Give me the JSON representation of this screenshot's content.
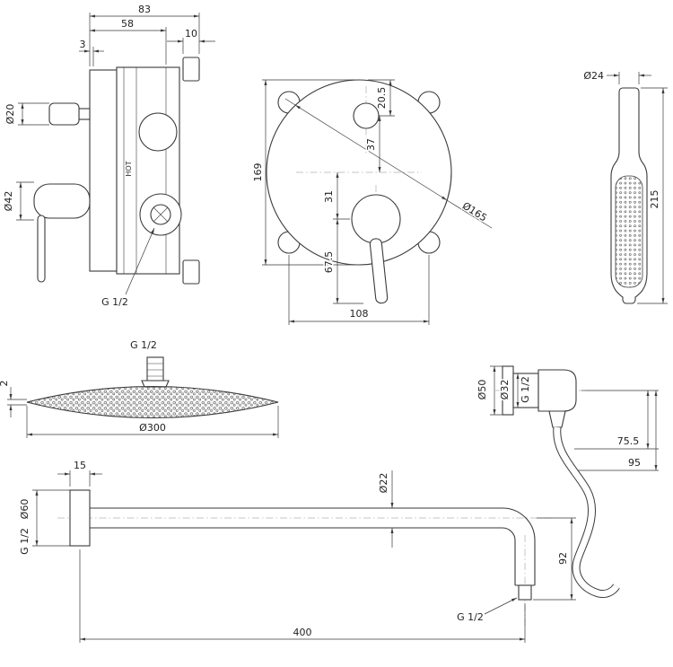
{
  "colors": {
    "line": "#3a3a3a",
    "background": "#ffffff"
  },
  "valve_side": {
    "dim_83": "83",
    "dim_58": "58",
    "dim_10": "10",
    "dim_3": "3",
    "dia_20": "Ø20",
    "dia_42": "Ø42",
    "thread": "G 1/2",
    "brand": "HOT"
  },
  "valve_front": {
    "dim_169": "169",
    "dim_20_5": "20.5",
    "dim_37": "37",
    "dim_31": "31",
    "dim_67_5": "67.5",
    "dim_108": "108",
    "dia_165": "Ø165"
  },
  "handset": {
    "dia_24": "Ø24",
    "dim_215": "215"
  },
  "head": {
    "thread": "G 1/2",
    "dim_2": "2",
    "dia_300": "Ø300"
  },
  "outlet": {
    "dia_50": "Ø50",
    "dia_32": "Ø32",
    "thread": "G 1/2",
    "dim_75_5": "75.5",
    "dim_95": "95"
  },
  "arm": {
    "dim_15": "15",
    "dia_60": "Ø60",
    "thread_wall": "G 1/2",
    "dia_22": "Ø22",
    "dim_92": "92",
    "dim_400": "400",
    "thread_end": "G 1/2"
  }
}
